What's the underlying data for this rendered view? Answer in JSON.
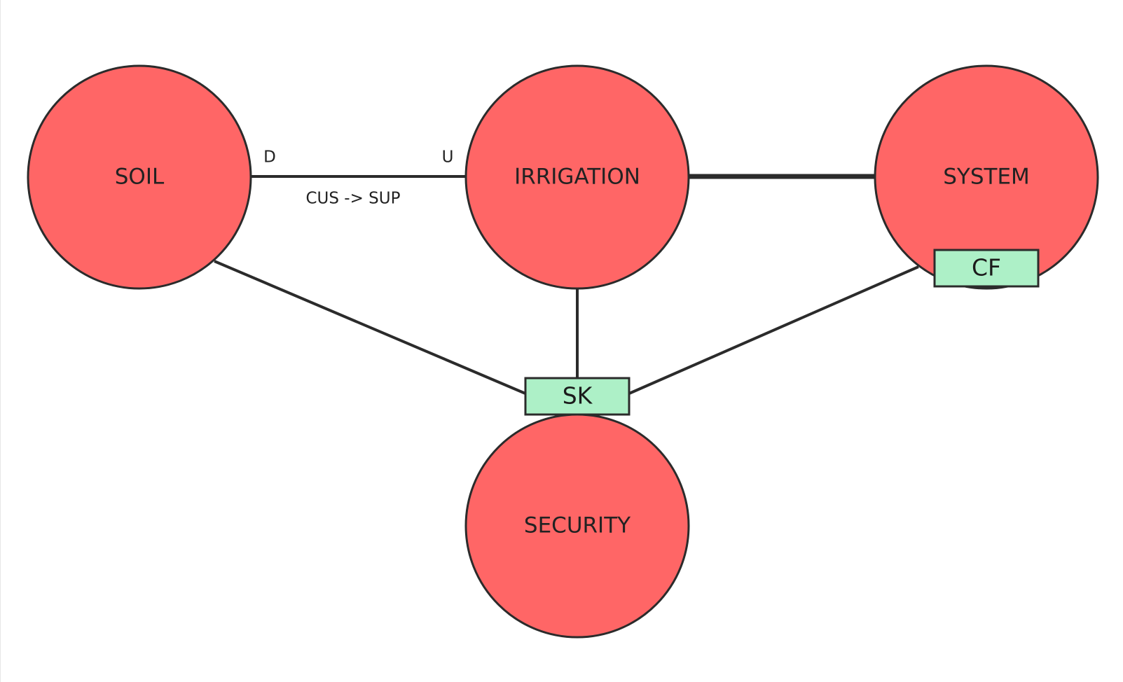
{
  "colors": {
    "circle_fill": "#ff6666",
    "stroke": "#2b2b2b",
    "tag_fill": "#adf0c7",
    "background": "#ffffff"
  },
  "nodes": {
    "soil": {
      "label": "SOIL"
    },
    "irrigation": {
      "label": "IRRIGATION"
    },
    "system": {
      "label": "SYSTEM"
    },
    "security": {
      "label": "SECURITY"
    }
  },
  "relationships": {
    "soil_irrigation": {
      "upstream_marker": "U",
      "downstream_marker": "D",
      "label": "CUS -> SUP"
    }
  },
  "tags": {
    "shared_kernel": "SK",
    "conformist": "CF"
  }
}
